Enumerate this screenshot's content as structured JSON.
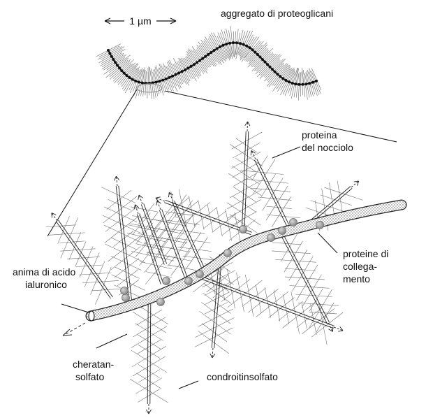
{
  "scale_bar": {
    "label": "1 µm"
  },
  "labels": {
    "aggregate": "aggregato di proteoglicani",
    "core_protein_1": "proteina",
    "core_protein_2": "del nocciolo",
    "hyaluronic_1": "anima di acido",
    "hyaluronic_2": "ialuronico",
    "link_1": "proteine di",
    "link_2": "collega-",
    "link_3": "mento",
    "keratan_1": "cheratan-",
    "keratan_2": "solfato",
    "chondroitin": "condroitinsolfato"
  }
}
